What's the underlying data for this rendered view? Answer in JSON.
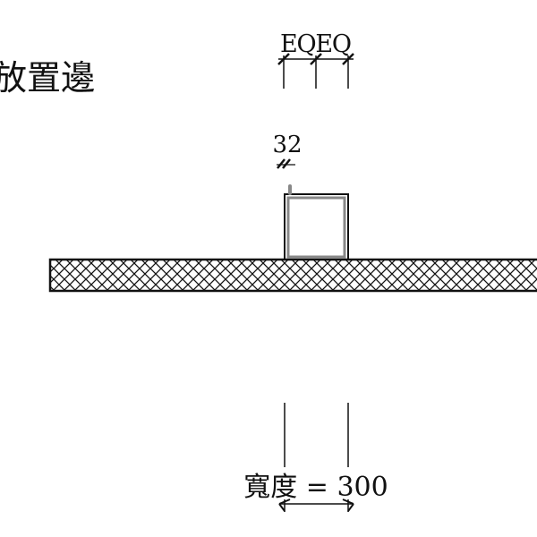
{
  "labels": {
    "side_label": "放置邊",
    "eq_label": "EQEQ",
    "offset_label": "32",
    "width_label": "寬度 = 300"
  },
  "colors": {
    "line": "#111111",
    "box_outline": "#888888"
  }
}
